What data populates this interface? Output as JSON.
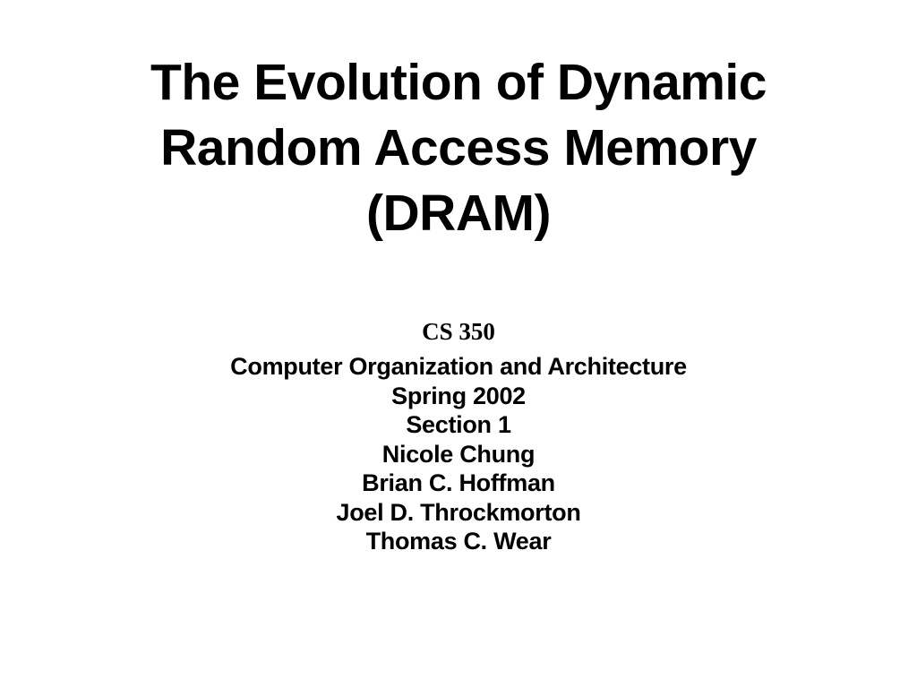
{
  "slide": {
    "title_lines": [
      "The Evolution of Dynamic",
      "Random Access Memory",
      "(DRAM)"
    ],
    "course_code": "CS 350",
    "course_name": "Computer Organization and Architecture",
    "term": "Spring 2002",
    "section": "Section 1",
    "authors": [
      "Nicole Chung",
      "Brian C. Hoffman",
      "Joel D. Throckmorton",
      "Thomas C. Wear"
    ]
  },
  "colors": {
    "background": "#ffffff",
    "text": "#000000"
  }
}
